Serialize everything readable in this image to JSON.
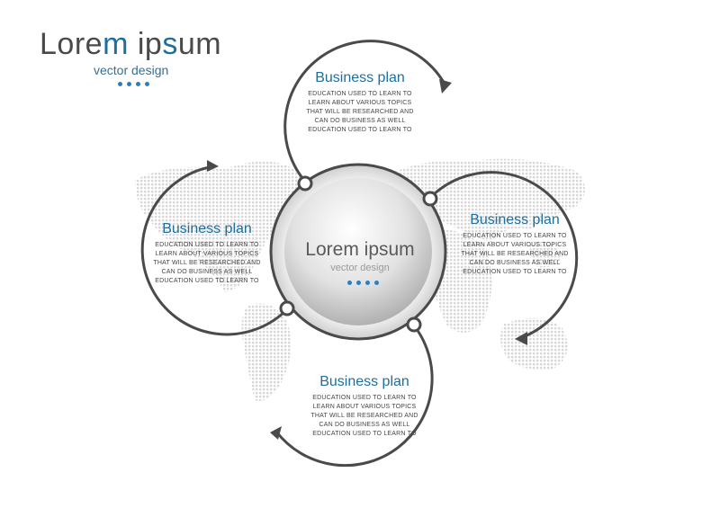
{
  "header": {
    "title_pre": "Lore",
    "title_hl": "m",
    "title_mid": " ip",
    "title_hl2": "s",
    "title_post": "um",
    "subtitle": "vector design"
  },
  "center": {
    "title": "Lorem ipsum",
    "subtitle": "vector design"
  },
  "blocks": [
    {
      "title": "Business plan",
      "lines": [
        "EDUCATION USED TO LEARN TO",
        "LEARN ABOUT VARIOUS TOPICS",
        "THAT WILL BE RESEARCHED AND",
        "CAN DO BUSINESS AS WELL",
        "EDUCATION USED TO LEARN TO"
      ]
    },
    {
      "title": "Business plan",
      "lines": [
        "EDUCATION USED TO LEARN TO",
        "LEARN ABOUT VARIOUS TOPICS",
        "THAT WILL BE RESEARCHED AND",
        "CAN DO BUSINESS AS WELL",
        "EDUCATION USED TO LEARN TO"
      ]
    },
    {
      "title": "Business plan",
      "lines": [
        "EDUCATION USED TO LEARN TO",
        "LEARN ABOUT VARIOUS TOPICS",
        "THAT WILL BE RESEARCHED AND",
        "CAN DO BUSINESS AS WELL",
        "EDUCATION USED TO LEARN TO"
      ]
    },
    {
      "title": "Business plan",
      "lines": [
        "EDUCATION USED TO LEARN TO",
        "LEARN ABOUT VARIOUS TOPICS",
        "THAT WILL BE RESEARCHED AND",
        "CAN DO BUSINESS AS WELL",
        "EDUCATION USED TO LEARN TO"
      ]
    }
  ],
  "colors": {
    "accent": "#1f6f9c",
    "stroke": "#4a4a4a",
    "dots": "#2b7fc0"
  },
  "decor": [
    "world-map-dots",
    "arrow-icon",
    "connector-node"
  ]
}
